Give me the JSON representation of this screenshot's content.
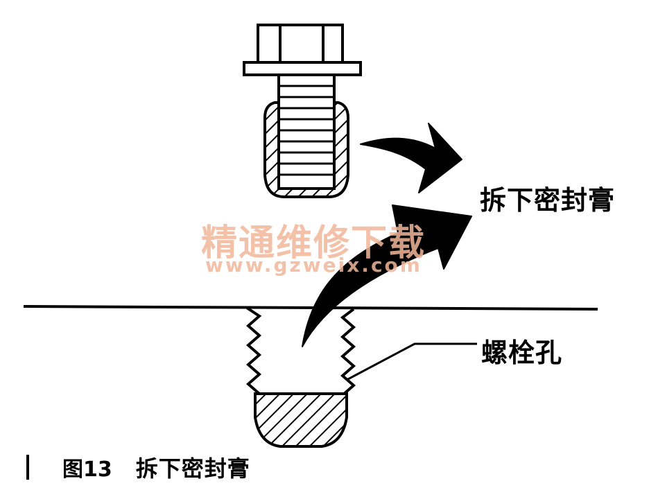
{
  "labels": {
    "remove_sealant": "拆下密封膏",
    "bolt_hole": "螺栓孔"
  },
  "watermark": {
    "site_name": "精通维修下载",
    "url": "www.gzweix.com",
    "color": "#f2b79a"
  },
  "caption": {
    "figure_number": "图13",
    "title": "拆下密封膏"
  }
}
